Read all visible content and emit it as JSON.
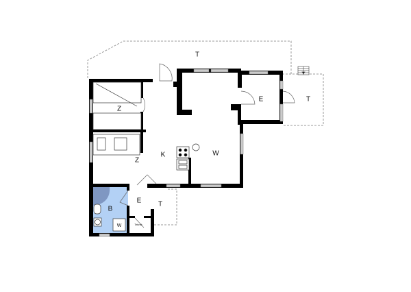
{
  "colors": {
    "wall": "#000000",
    "bathroom": "#b3d1f5",
    "shower": "#7f97c2",
    "window": "#cccccc",
    "terrace_line": "#999999"
  },
  "rooms": {
    "terrace_north": "T",
    "bedroom_1": "Z",
    "entrance_east": "E",
    "terrace_east": "T",
    "living": "W",
    "kitchen": "K",
    "bedroom_2": "Z",
    "bathroom": "B",
    "entrance_south": "E",
    "terrace_south": "T",
    "washer": "W",
    "technical_room": "Teknik"
  }
}
